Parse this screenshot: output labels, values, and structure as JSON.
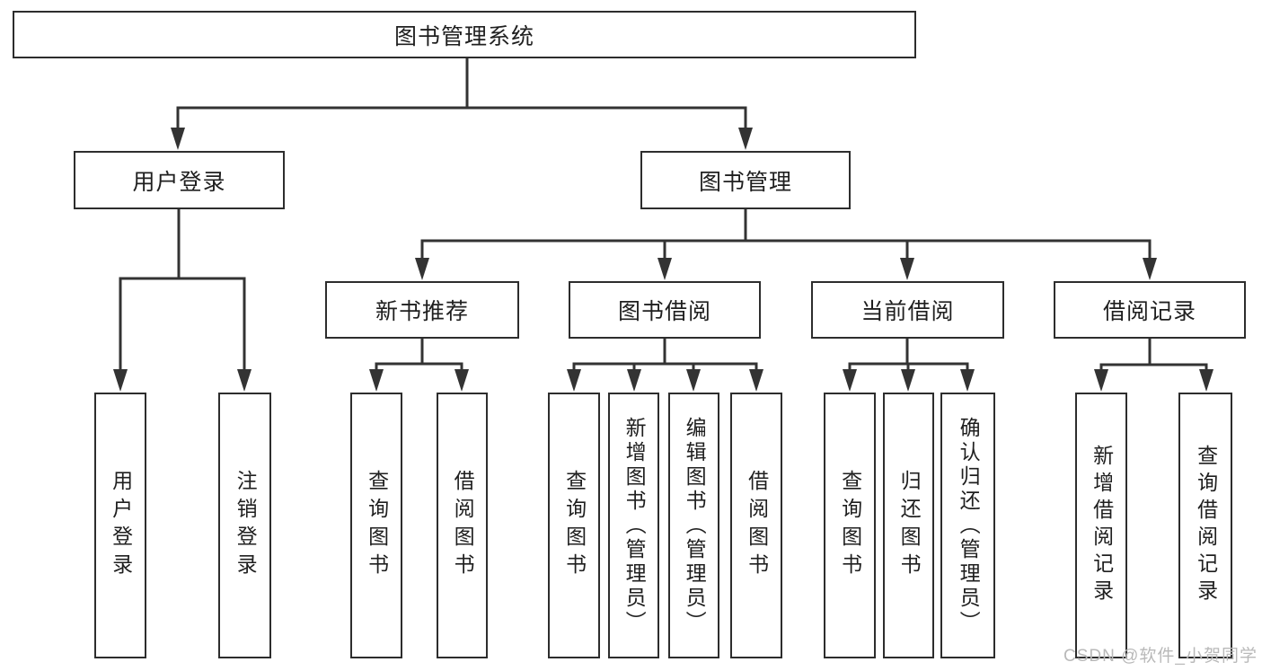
{
  "diagram": {
    "root": {
      "label": "图书管理系统"
    },
    "branches": [
      {
        "label": "用户登录",
        "leaves": [
          {
            "label": "用户登录"
          },
          {
            "label": "注销登录"
          }
        ]
      },
      {
        "label": "图书管理",
        "groups": [
          {
            "label": "新书推荐",
            "leaves": [
              {
                "label": "查询图书"
              },
              {
                "label": "借阅图书"
              }
            ]
          },
          {
            "label": "图书借阅",
            "leaves": [
              {
                "label": "查询图书"
              },
              {
                "label": "新增图书（管理员）"
              },
              {
                "label": "编辑图书（管理员）"
              },
              {
                "label": "借阅图书"
              }
            ]
          },
          {
            "label": "当前借阅",
            "leaves": [
              {
                "label": "查询图书"
              },
              {
                "label": "归还图书"
              },
              {
                "label": "确认归还（管理员）"
              }
            ]
          },
          {
            "label": "借阅记录",
            "leaves": [
              {
                "label": "新增借阅记录"
              },
              {
                "label": "查询借阅记录"
              }
            ]
          }
        ]
      }
    ]
  },
  "watermark": {
    "label": "CSDN @软件_小贺同学"
  },
  "colors": {
    "line": "#333333",
    "border": "#2d2d2d",
    "text": "#1f1f1f",
    "background": "#ffffff",
    "watermark": "#b9b9b9"
  }
}
